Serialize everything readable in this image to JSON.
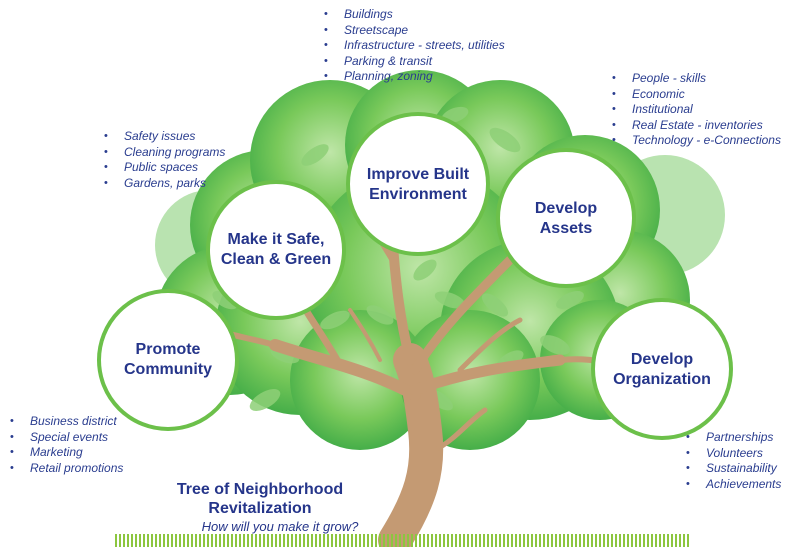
{
  "title": [
    "Tree of Neighborhood",
    "Revitalization"
  ],
  "subtitle": "How will you make it grow?",
  "circles": {
    "promote": [
      "Promote",
      "Community"
    ],
    "safe": [
      "Make it Safe,",
      "Clean & Green"
    ],
    "built": [
      "Improve Built",
      "Environment"
    ],
    "assets": [
      "Develop",
      "Assets"
    ],
    "organization": [
      "Develop",
      "Organization"
    ]
  },
  "lists": {
    "built": [
      "Buildings",
      "Streetscape",
      "Infrastructure - streets, utilities",
      "Parking & transit",
      "Planning, zoning"
    ],
    "assets": [
      "People - skills",
      "Economic",
      "Institutional",
      "Real Estate - inventories",
      "Technology - e-Connections"
    ],
    "safe": [
      "Safety issues",
      "Cleaning programs",
      "Public spaces",
      "Gardens, parks"
    ],
    "promote": [
      "Business district",
      "Special events",
      "Marketing",
      "Retail promotions"
    ],
    "organization": [
      "Partnerships",
      "Volunteers",
      "Sustainability",
      "Achievements"
    ]
  },
  "colors": {
    "text": "#25358a",
    "foliage": "#4fb848",
    "foliage_light": "#a8dca0",
    "trunk": "#c49a73",
    "circle_border": "#6cc04a",
    "grass": "#8cc63f"
  }
}
